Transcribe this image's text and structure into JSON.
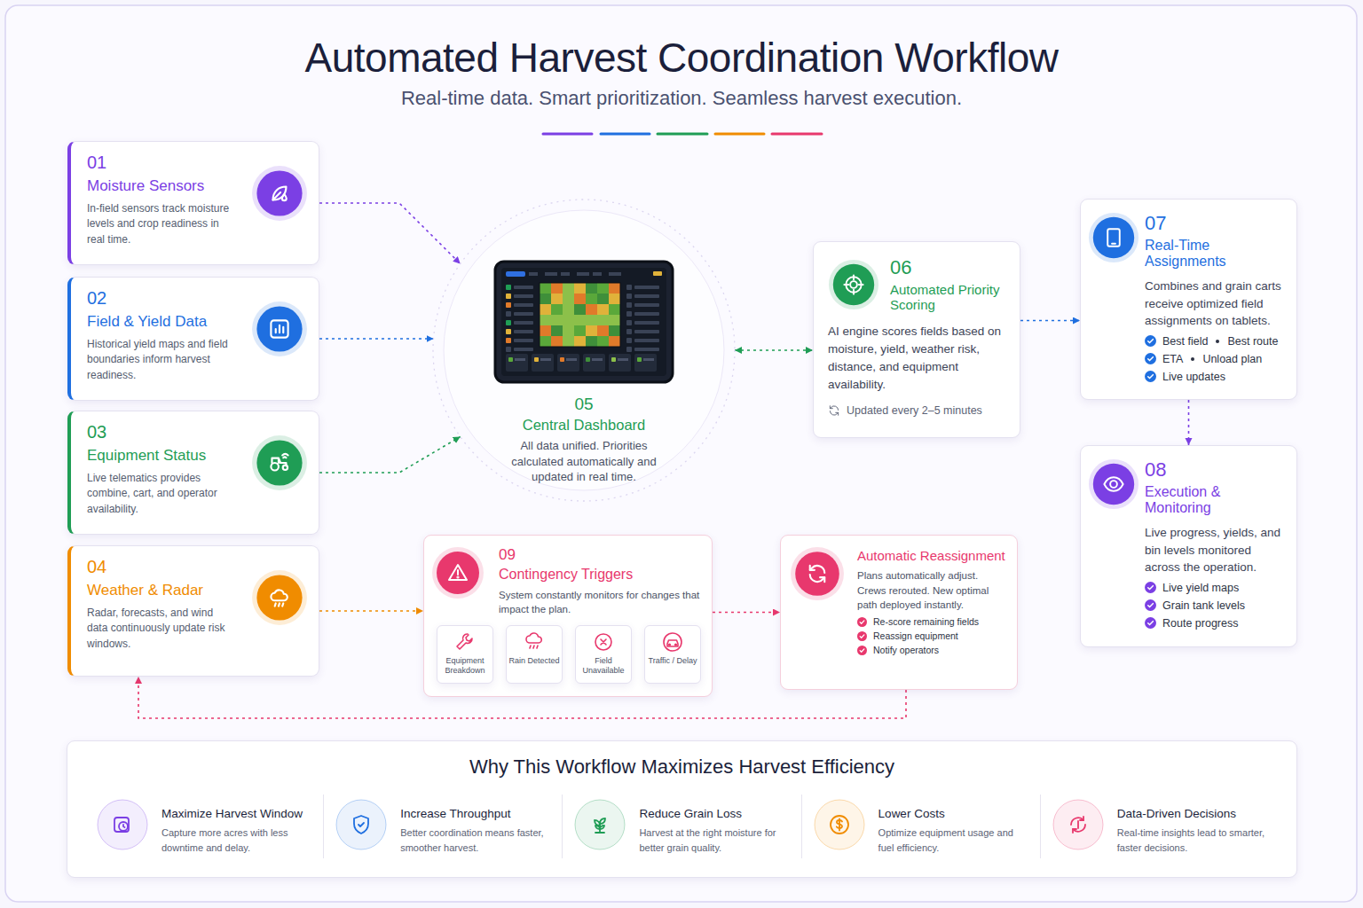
{
  "diagram": {
    "title": "Automated Harvest Coordination Workflow",
    "nodes": [
      {
        "text": [
          "01",
          "Moisture Sensors",
          "In-field sensors track moisture levels and crop readiness in real time."
        ]
      },
      {
        "text": [
          "02",
          "Field & Yield Data",
          "Historical yield maps and field boundaries inform harvest readiness."
        ]
      },
      {
        "text": [
          "03",
          "Equipment Status",
          "Live telematics provides combine, cart, and operator availability."
        ]
      },
      {
        "text": [
          "04",
          "Weather & Radar",
          "Radar, forecasts, and wind data continuously update risk windows."
        ]
      },
      {
        "text": [
          "05",
          "Central Dashboard",
          "All data unified. Priorities calculated automatically and updated in real time."
        ]
      },
      {
        "text": [
          "06",
          "Automated Priority Scoring",
          "AI engine scores fields based on moisture, yield, weather risk, distance, and equipment availability.",
          "Updated every 2–5 minutes"
        ]
      },
      {
        "text": [
          "07",
          "Real-Time Assignments",
          "Combines and grain carts receive optimized field assignments on tablets.",
          "Best field",
          "Best route",
          "ETA",
          "Unload plan",
          "Live updates"
        ]
      },
      {
        "text": [
          "08",
          "Execution & Monitoring",
          "Live progress, yields, and bin levels monitored across the operation.",
          "Live yield maps",
          "Grain tank levels",
          "Route progress"
        ]
      },
      {
        "text": [
          "09",
          "Contingency Triggers",
          "System constantly monitors for changes that impact the plan."
        ]
      },
      {
        "text": [
          "Equipment Breakdown"
        ],
        "in": 8
      },
      {
        "text": [
          "Rain Detected"
        ],
        "in": 8
      },
      {
        "text": [
          "Field Unavailable"
        ],
        "in": 8
      },
      {
        "text": [
          "Traffic / Delay"
        ],
        "in": 8
      },
      {
        "text": [
          "Automatic Reassignment",
          "Plans automatically adjust. Crews rerouted. New optimal path deployed instantly.",
          "Re-score remaining fields",
          "Reassign equipment",
          "Notify operators"
        ]
      },
      {
        "text": [
          "Why This Workflow Maximizes Harvest Efficiency"
        ]
      },
      {
        "text": [
          "Maximize Harvest Window",
          "Capture more acres with less downtime and delay."
        ],
        "in": 14
      },
      {
        "text": [
          "Increase Throughput",
          "Better coordination means faster, smoother harvest."
        ],
        "in": 14
      },
      {
        "text": [
          "Reduce Grain Loss",
          "Harvest at the right moisture for better grain quality."
        ],
        "in": 14
      },
      {
        "text": [
          "Lower Costs",
          "Optimize equipment usage and fuel efficiency."
        ],
        "in": 14
      },
      {
        "text": [
          "Data-Driven Decisions",
          "Real-time insights lead to smarter, faster decisions."
        ],
        "in": 14
      }
    ],
    "edges": [
      {
        "from": 0,
        "to": 4,
        "arrow": "to"
      },
      {
        "from": 1,
        "to": 4,
        "arrow": "to"
      },
      {
        "from": 2,
        "to": 4,
        "arrow": "to"
      },
      {
        "from": 3,
        "to": 8,
        "arrow": "to"
      },
      {
        "from": 4,
        "to": 5,
        "arrow": "both"
      },
      {
        "from": 5,
        "to": 6,
        "arrow": "to"
      },
      {
        "from": 6,
        "to": 7,
        "arrow": "to"
      },
      {
        "from": 8,
        "to": 13,
        "arrow": "to"
      },
      {
        "from": 13,
        "to": 3,
        "arrow": "to"
      }
    ],
    "labels": [
      "Real-time data. Smart prioritization. Seamless harvest execution."
    ]
  }
}
